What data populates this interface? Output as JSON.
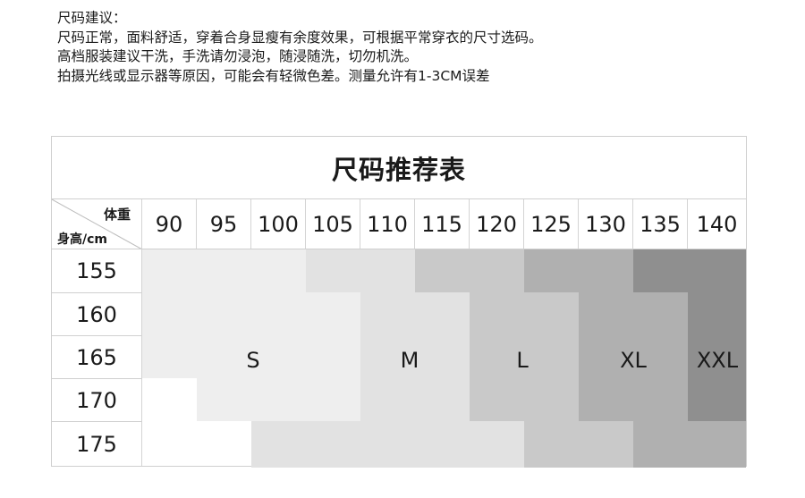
{
  "notes": {
    "heading": "尺码建议：",
    "line1": "尺码正常，面料舒适，穿着合身显瘦有余度效果，可根据平常穿衣的尺寸选码。",
    "line2": "高档服装建议干洗，手洗请勿浸泡，随浸随洗，切勿机洗。",
    "line3": "拍摄光线或显示器等原因，可能会有轻微色差。测量允许有1-3CM误差"
  },
  "table": {
    "title": "尺码推荐表",
    "weight_label": "体重",
    "height_label": "身高/cm",
    "weights": [
      "90",
      "95",
      "100",
      "105",
      "110",
      "115",
      "120",
      "125",
      "130",
      "135",
      "140"
    ],
    "heights": [
      "155",
      "160",
      "165",
      "170",
      "175"
    ],
    "sizes": [
      {
        "label": "S",
        "color": "#eeeeee"
      },
      {
        "label": "M",
        "color": "#e2e2e2"
      },
      {
        "label": "L",
        "color": "#c9c9c9"
      },
      {
        "label": "XL",
        "color": "#b0b0b0"
      },
      {
        "label": "XXL",
        "color": "#8f8f8f"
      }
    ]
  }
}
